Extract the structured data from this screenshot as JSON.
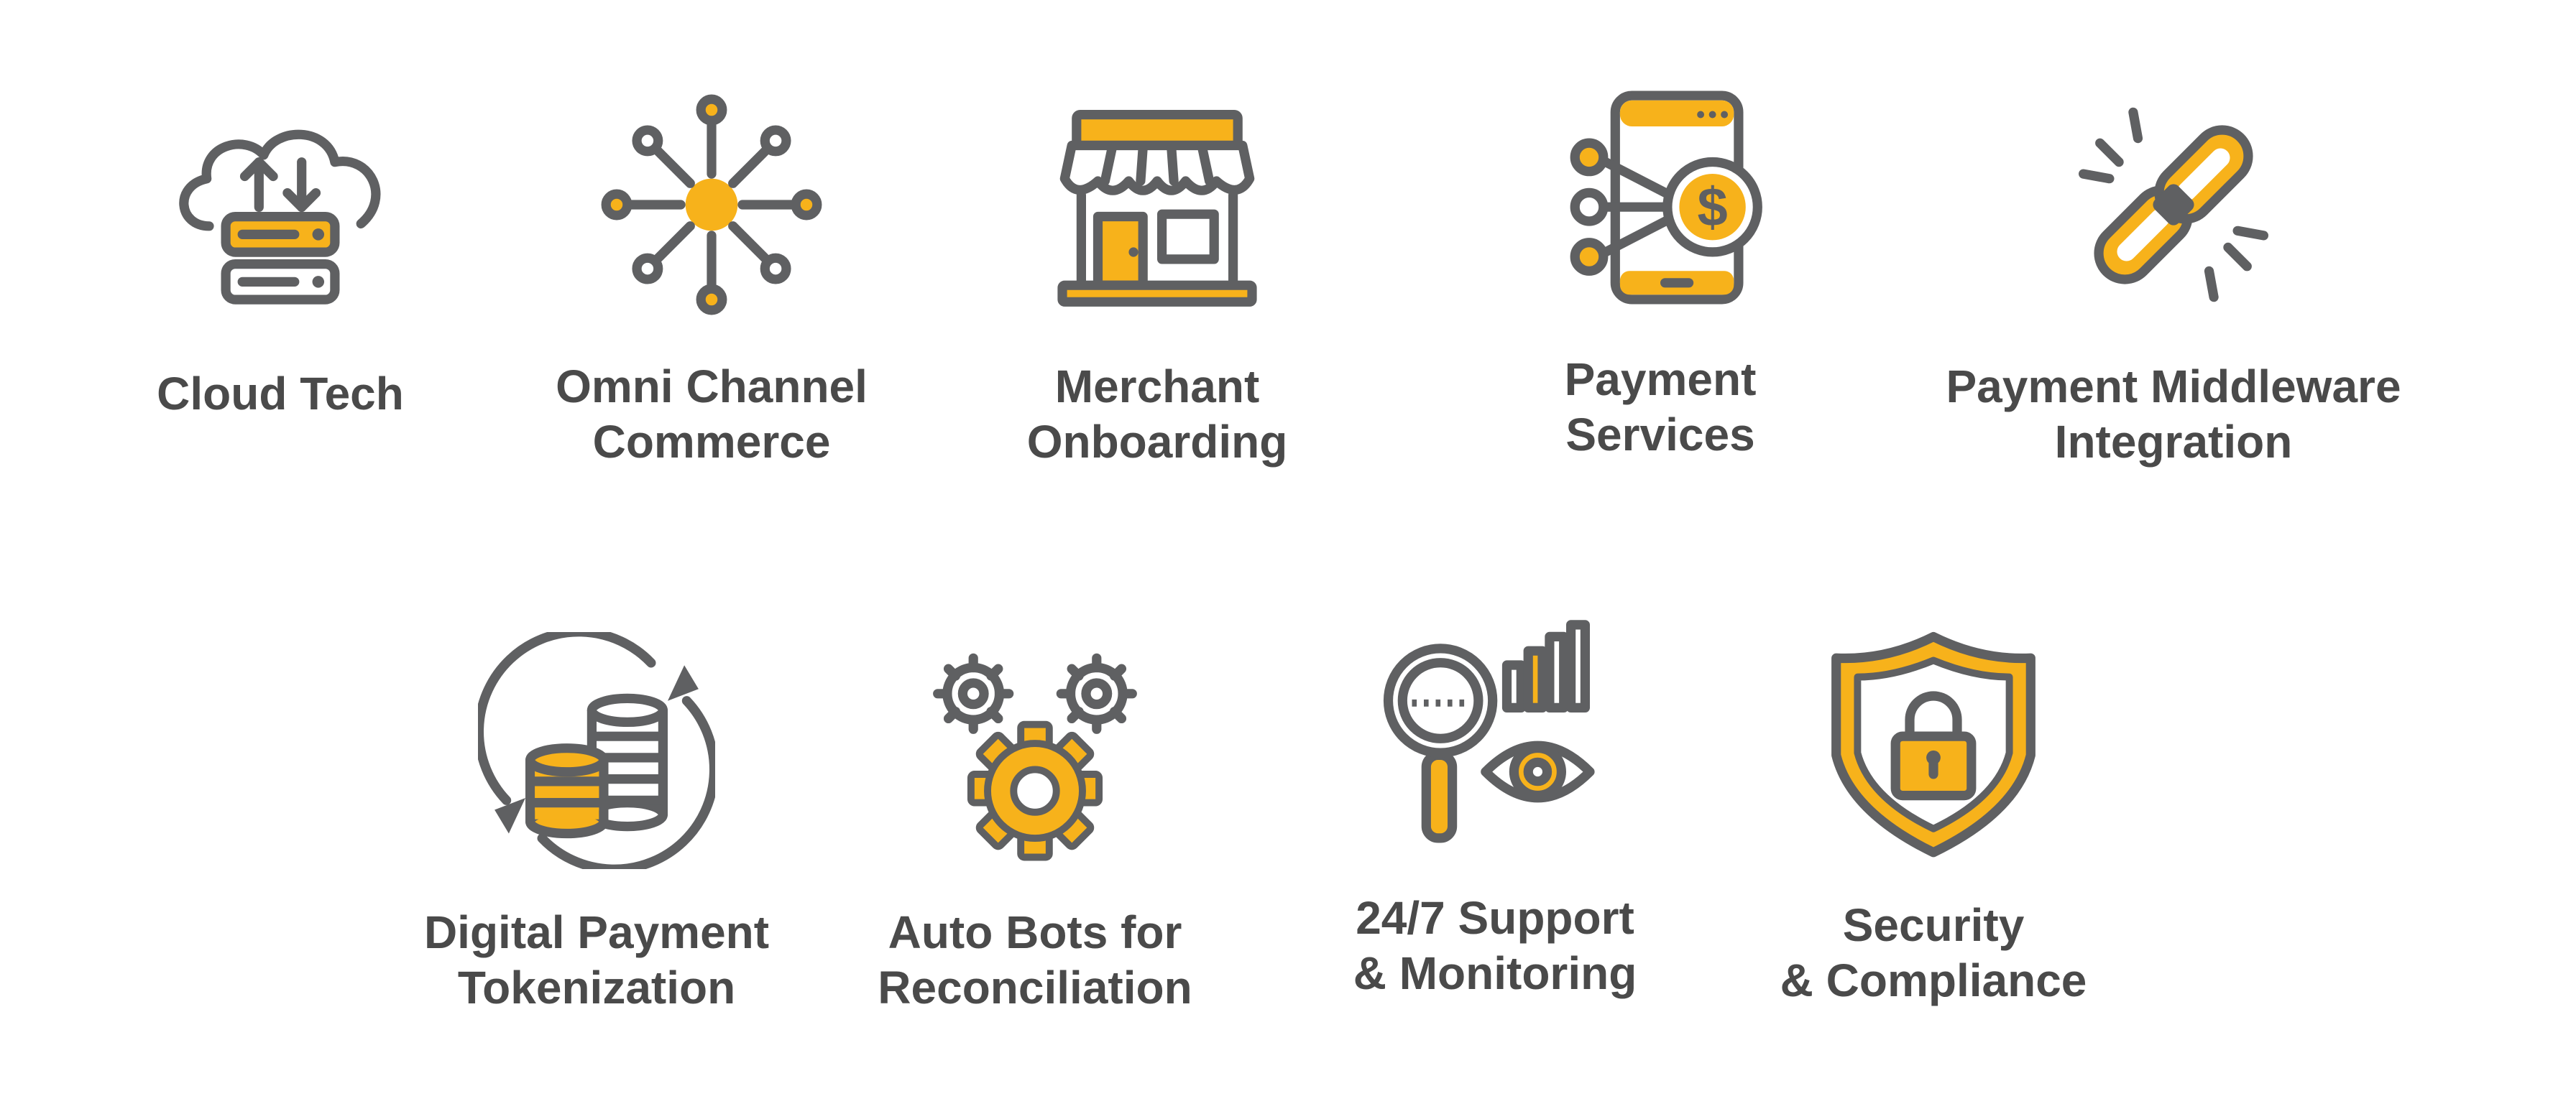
{
  "colors": {
    "accent": "#f7b21b",
    "icon_stroke": "#5f6062",
    "label_text": "#4a4a4a",
    "background": "#ffffff"
  },
  "features": [
    {
      "id": "cloud-tech",
      "icon": "cloud-server-icon",
      "label": "Cloud Tech"
    },
    {
      "id": "omni-channel-commerce",
      "icon": "network-hub-icon",
      "label": "Omni Channel\nCommerce"
    },
    {
      "id": "merchant-onboarding",
      "icon": "storefront-icon",
      "label": "Merchant\nOnboarding"
    },
    {
      "id": "payment-services",
      "icon": "mobile-dollar-icon",
      "label": "Payment\nServices"
    },
    {
      "id": "payment-middleware-integration",
      "icon": "chain-link-icon",
      "label": "Payment Middleware\nIntegration"
    },
    {
      "id": "digital-payment-tokenization",
      "icon": "coin-stack-cycle-icon",
      "label": "Digital Payment\nTokenization"
    },
    {
      "id": "auto-bots-reconciliation",
      "icon": "gears-icon",
      "label": "Auto Bots for\nReconciliation"
    },
    {
      "id": "support-monitoring",
      "icon": "magnifier-eye-chart-icon",
      "label": "24/7 Support\n& Monitoring"
    },
    {
      "id": "security-compliance",
      "icon": "shield-lock-icon",
      "label": "Security\n& Compliance"
    }
  ]
}
